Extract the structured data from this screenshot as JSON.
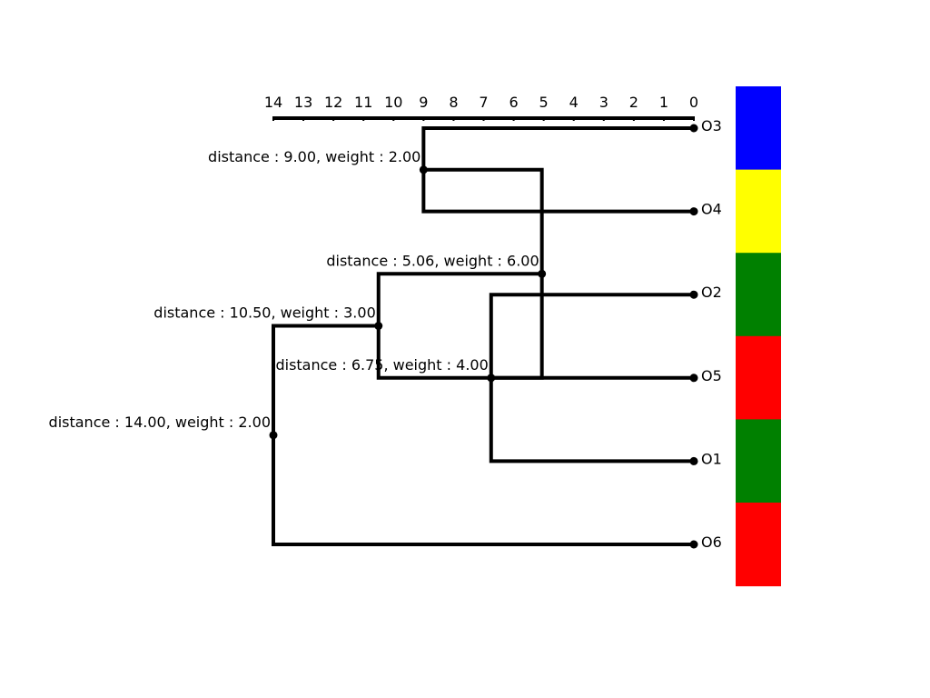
{
  "chart_data": {
    "type": "dendrogram",
    "axis": {
      "ticks": [
        14,
        13,
        12,
        11,
        10,
        9,
        8,
        7,
        6,
        5,
        4,
        3,
        2,
        1,
        0
      ],
      "range": [
        14,
        0
      ]
    },
    "leaves": [
      {
        "name": "O3",
        "color": "#0000ff"
      },
      {
        "name": "O4",
        "color": "#ffff00"
      },
      {
        "name": "O2",
        "color": "#008000"
      },
      {
        "name": "O5",
        "color": "#ff0000"
      },
      {
        "name": "O1",
        "color": "#008000"
      },
      {
        "name": "O6",
        "color": "#ff0000"
      }
    ],
    "merges": [
      {
        "id": "A",
        "children": [
          "O3",
          "O4"
        ],
        "distance": 9.0,
        "label": "distance : 9.00, weight : 2.00"
      },
      {
        "id": "B",
        "children": [
          "O2",
          "O1"
        ],
        "distance": 6.75,
        "label": "distance : 6.75, weight : 4.00"
      },
      {
        "id": "C",
        "children": [
          "A",
          "B"
        ],
        "distance": 5.06,
        "label": "distance : 5.06, weight : 6.00"
      },
      {
        "id": "D",
        "children": [
          "O5",
          "C"
        ],
        "distance": 10.5,
        "label": "distance : 10.50, weight : 3.00"
      },
      {
        "id": "E",
        "children": [
          "D",
          "O6"
        ],
        "distance": 14.0,
        "label": "distance : 14.00, weight : 2.00"
      }
    ]
  }
}
